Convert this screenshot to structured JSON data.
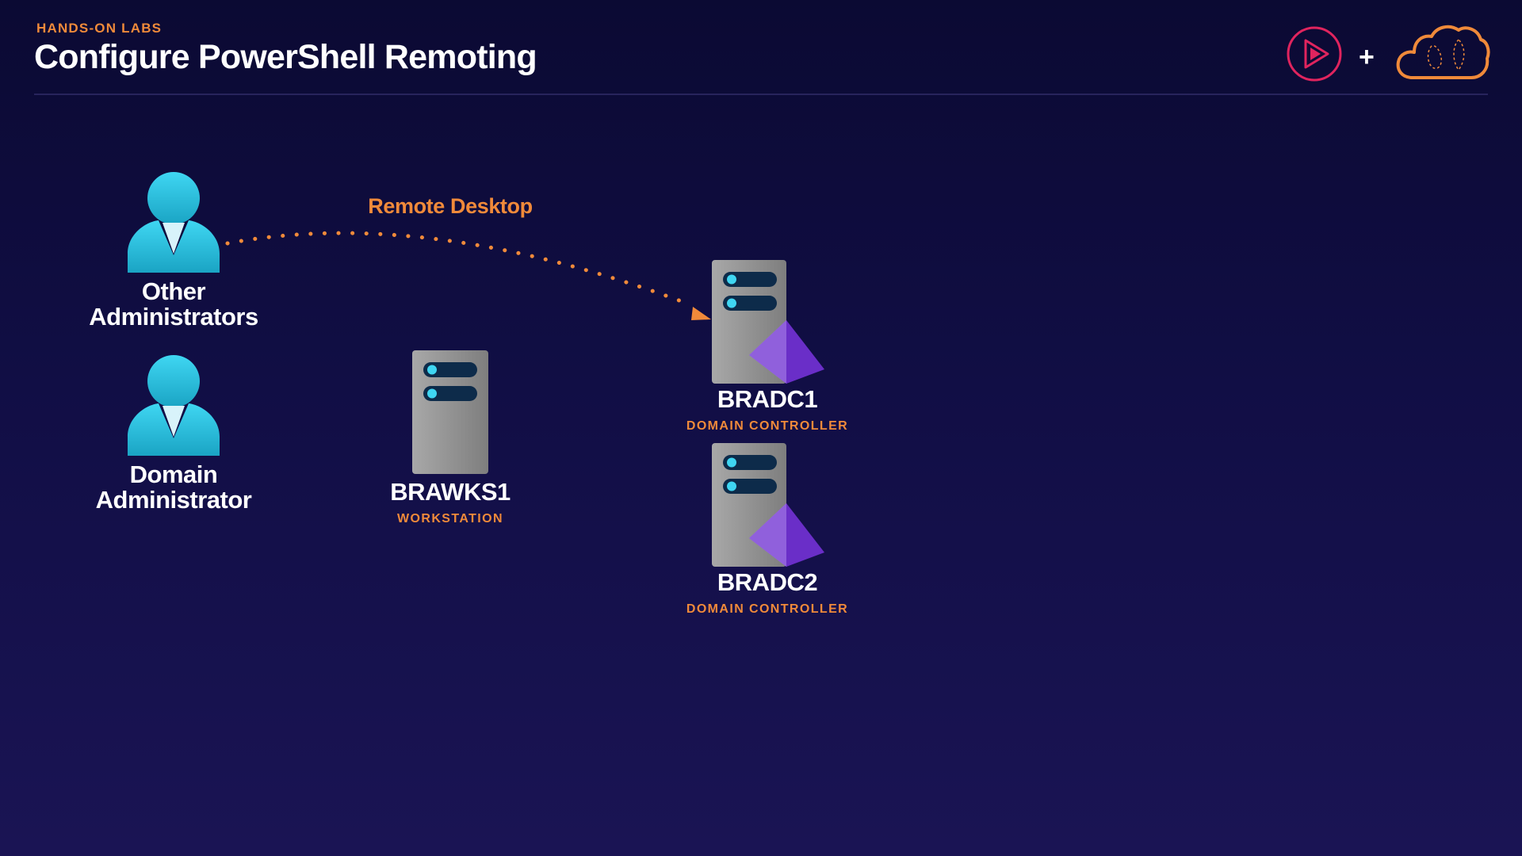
{
  "header": {
    "eyebrow": "HANDS-ON LABS",
    "title": "Configure PowerShell Remoting",
    "logos": {
      "left_icon": "play-icon",
      "separator": "+",
      "right_icon": "cloud-icon"
    }
  },
  "colors": {
    "accent_orange": "#f08a3a",
    "person_cyan": "#2fc3e0",
    "server_gray": "#8c8c8c",
    "server_slot": "#0d2b4a",
    "domain_pyramid": "#7a3fd6",
    "logo_pink": "#e0245e"
  },
  "diagram": {
    "nodes": {
      "other_admins": {
        "icon": "user-icon",
        "line1": "Other",
        "line2": "Administrators"
      },
      "domain_admin": {
        "icon": "user-icon",
        "line1": "Domain",
        "line2": "Administrator"
      },
      "brawks1": {
        "icon": "server-icon",
        "name": "BRAWKS1",
        "role": "WORKSTATION"
      },
      "bradc1": {
        "icon": "server-domain-icon",
        "name": "BRADC1",
        "role": "DOMAIN CONTROLLER"
      },
      "bradc2": {
        "icon": "server-domain-icon",
        "name": "BRADC2",
        "role": "DOMAIN CONTROLLER"
      }
    },
    "connections": [
      {
        "from": "Other Administrators",
        "to": "BRADC1",
        "label": "Remote Desktop",
        "style": "dotted-arrow"
      }
    ]
  }
}
